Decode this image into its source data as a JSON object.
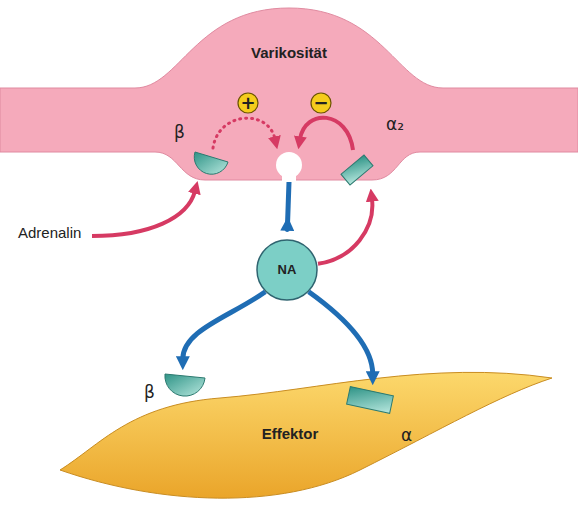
{
  "diagram": {
    "nodes": [
      {
        "text": [
          "Varikosität"
        ]
      },
      {
        "text": [
          "+"
        ],
        "in": 0
      },
      {
        "text": [
          "−"
        ],
        "in": 0
      },
      {
        "text": [
          "β"
        ],
        "in": 0
      },
      {
        "text": [
          "α₂"
        ],
        "in": 0
      },
      {
        "text": [
          "NA"
        ]
      },
      {
        "text": [
          "Effektor"
        ]
      },
      {
        "text": [
          "β"
        ],
        "in": 6
      },
      {
        "text": [
          "α"
        ],
        "in": 6
      }
    ],
    "edges": [
      {
        "from": 0,
        "to": 5,
        "arrow": "to"
      },
      {
        "from": 5,
        "to": 4,
        "arrow": "to"
      },
      {
        "from": 5,
        "to": 7,
        "arrow": "to"
      },
      {
        "from": 5,
        "to": 8,
        "arrow": "to"
      }
    ],
    "labels": [
      "Adrenalin"
    ]
  }
}
